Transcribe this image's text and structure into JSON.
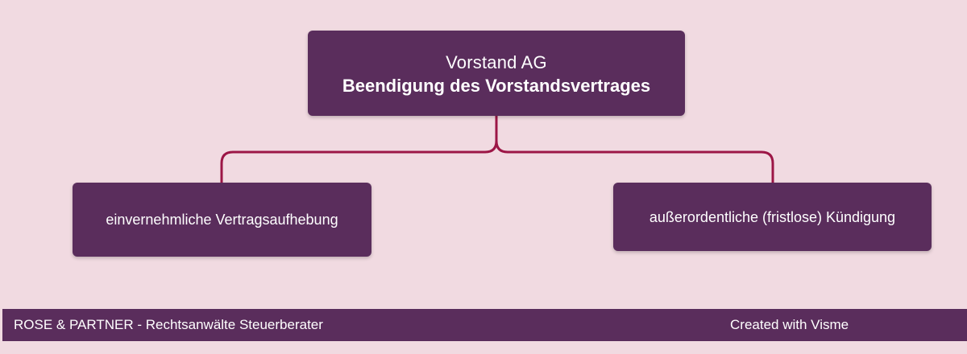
{
  "diagram": {
    "root": {
      "title": "Vorstand AG",
      "subtitle": "Beendigung des Vorstandsvertrages"
    },
    "children": [
      {
        "label": "einvernehmliche Vertragsaufhebung"
      },
      {
        "label": "außerordentliche (fristlose) Kündigung"
      }
    ]
  },
  "footer": {
    "left_text": "ROSE & PARTNER - Rechtsanwälte Steuerberater",
    "right_text": "Created with Visme"
  },
  "colors": {
    "background": "#f1dae1",
    "node_fill": "#5a2d5c",
    "connector": "#9c1646",
    "text": "#ffffff"
  }
}
